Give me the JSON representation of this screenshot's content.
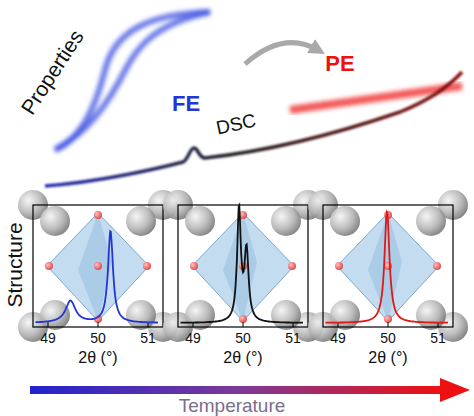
{
  "diagram": {
    "labels": [
      "Properties",
      "FE",
      "PE",
      "DSC",
      "Structure",
      "49",
      "50",
      "51",
      "2θ (°)",
      "49",
      "50",
      "51",
      "2θ (°)",
      "49",
      "50",
      "51",
      "2θ (°)",
      "Temperature"
    ]
  }
}
